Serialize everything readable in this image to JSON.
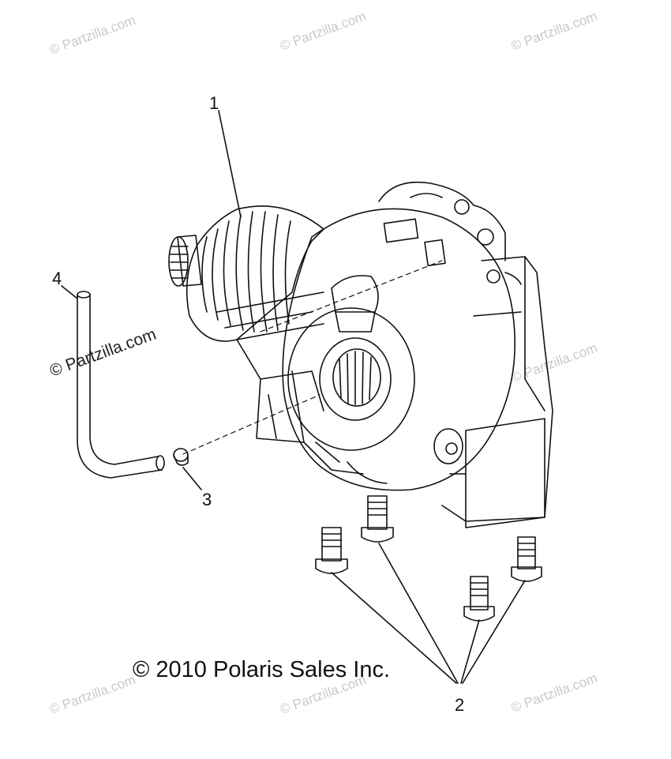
{
  "watermark_text": "© Partzilla.com",
  "copyright": "© 2010 Polaris Sales Inc.",
  "callouts": [
    "1",
    "2",
    "3",
    "4"
  ],
  "colors": {
    "line": "#111111",
    "watermark": "#c9c9c9",
    "background": "#ffffff"
  }
}
